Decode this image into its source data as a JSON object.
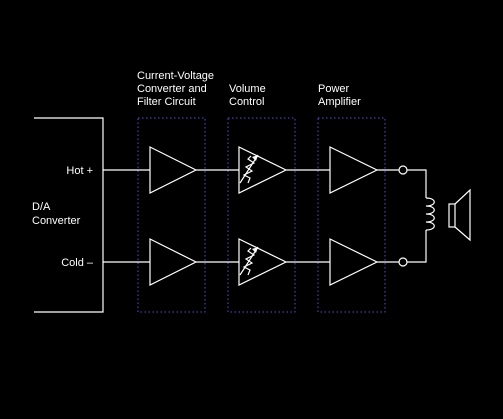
{
  "source": {
    "label_lines": [
      "D/A",
      "Converter"
    ],
    "hot_label": "Hot +",
    "cold_label": "Cold –"
  },
  "stages": [
    {
      "label_lines": [
        "Current-Voltage",
        "Converter and",
        "Filter Circuit"
      ]
    },
    {
      "label_lines": [
        "Volume",
        "Control"
      ]
    },
    {
      "label_lines": [
        "Power",
        "Amplifier"
      ]
    }
  ],
  "colors": {
    "background": "#000000",
    "wire": "#ffffff",
    "stage_border": "#4f4fd6"
  },
  "icons": [
    "amplifier-triangle",
    "variable-resistor-icon",
    "output-terminal",
    "voice-coil-icon",
    "speaker-icon"
  ]
}
